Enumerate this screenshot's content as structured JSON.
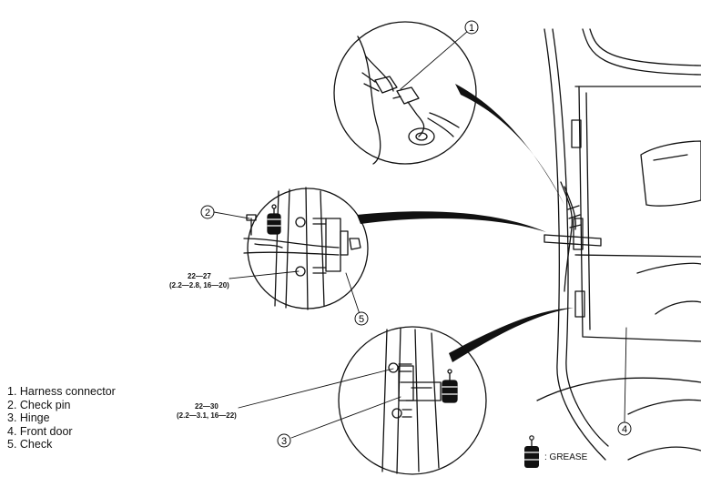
{
  "callouts": [
    "1",
    "2",
    "3",
    "4",
    "5"
  ],
  "legend": [
    "1. Harness connector",
    "2. Check pin",
    "3. Hinge",
    "4. Front door",
    "5. Check"
  ],
  "torque_upper": {
    "line1": "22—27",
    "line2": "(2.2—2.8, 16—20)"
  },
  "torque_lower": {
    "line1": "22—30",
    "line2": "(2.2—3.1, 16—22)"
  },
  "grease_key": {
    "label": ": GREASE",
    "icon": "grease-can-icon"
  }
}
